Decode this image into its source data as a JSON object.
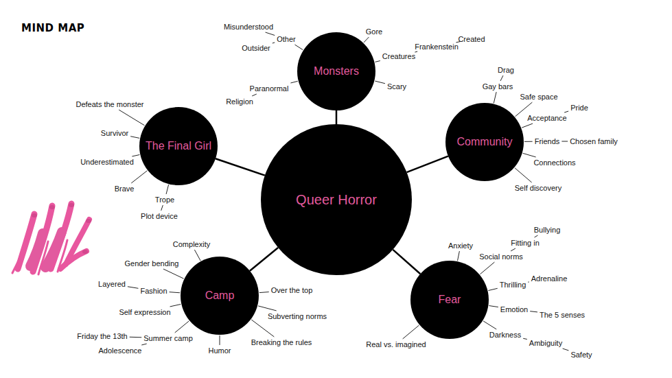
{
  "diagram": {
    "title": "MIND MAP",
    "nodes": [
      {
        "text": [
          "Queer Horror"
        ]
      },
      {
        "text": [
          "Monsters"
        ]
      },
      {
        "text": [
          "The Final Girl"
        ]
      },
      {
        "text": [
          "Community"
        ]
      },
      {
        "text": [
          "Camp"
        ]
      },
      {
        "text": [
          "Fear"
        ]
      }
    ],
    "edges": [
      {
        "from": 0,
        "to": 1,
        "arrow": "none"
      },
      {
        "from": 0,
        "to": 2,
        "arrow": "none"
      },
      {
        "from": 0,
        "to": 3,
        "arrow": "none"
      },
      {
        "from": 0,
        "to": 4,
        "arrow": "none"
      },
      {
        "from": 0,
        "to": 5,
        "arrow": "none"
      }
    ],
    "labels": [
      "Misunderstood",
      "Other",
      "Outsider",
      "Gore",
      "Creatures",
      "Frankenstein",
      "Created",
      "Scary",
      "Paranormal",
      "Religion",
      "Defeats the monster",
      "Survivor",
      "Underestimated",
      "Brave",
      "Trope",
      "Plot device",
      "Drag",
      "Gay bars",
      "Safe space",
      "Pride",
      "Acceptance",
      "Friends",
      "Chosen family",
      "Connections",
      "Self discovery",
      "Complexity",
      "Gender bending",
      "Layered",
      "Fashion",
      "Self expression",
      "Friday the 13th",
      "Summer camp",
      "Adolescence",
      "Humor",
      "Over the top",
      "Subverting norms",
      "Breaking the rules",
      "Anxiety",
      "Fitting in",
      "Bullying",
      "Social norms",
      "Thrilling",
      "Adrenaline",
      "Emotion",
      "The 5 senses",
      "Darkness",
      "Ambiguity",
      "Safety",
      "Real vs. imagined"
    ]
  }
}
